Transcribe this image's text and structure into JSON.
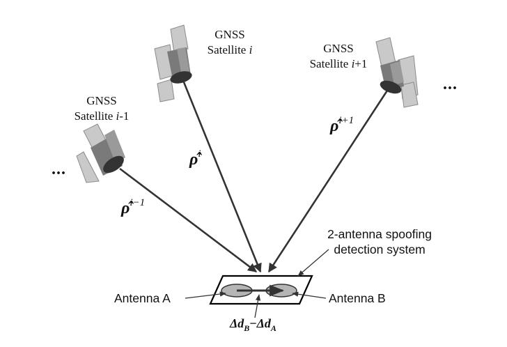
{
  "satellites": [
    {
      "line1": "GNSS",
      "line2_prefix": "Satellite ",
      "line2_italic": "i",
      "line2_suffix": "-1"
    },
    {
      "line1": "GNSS",
      "line2_prefix": "Satellite ",
      "line2_italic": "i",
      "line2_suffix": ""
    },
    {
      "line1": "GNSS",
      "line2_prefix": "Satellite ",
      "line2_italic": "i",
      "line2_suffix": "+1"
    }
  ],
  "ellipsis": "...",
  "rays": [
    {
      "symbol": "ρ̂",
      "sup": "i−1"
    },
    {
      "symbol": "ρ̂",
      "sup": "i"
    },
    {
      "symbol": "ρ̂",
      "sup": "i+1"
    }
  ],
  "system": {
    "line1": "2-antenna spoofing",
    "line2": "detection system"
  },
  "antenna_a": "Antenna A",
  "antenna_b": "Antenna B",
  "baseline": {
    "delta": "Δ",
    "d": "d",
    "sub_b": "B",
    "minus": "−",
    "sub_a": "A"
  },
  "colors": {
    "ray": "#333333",
    "panel": "#c9c9c9",
    "panel_stroke": "#8a8a8a",
    "body": "#7a7a7a",
    "dish": "#333333",
    "antenna_fill": "#b5b5b5"
  }
}
